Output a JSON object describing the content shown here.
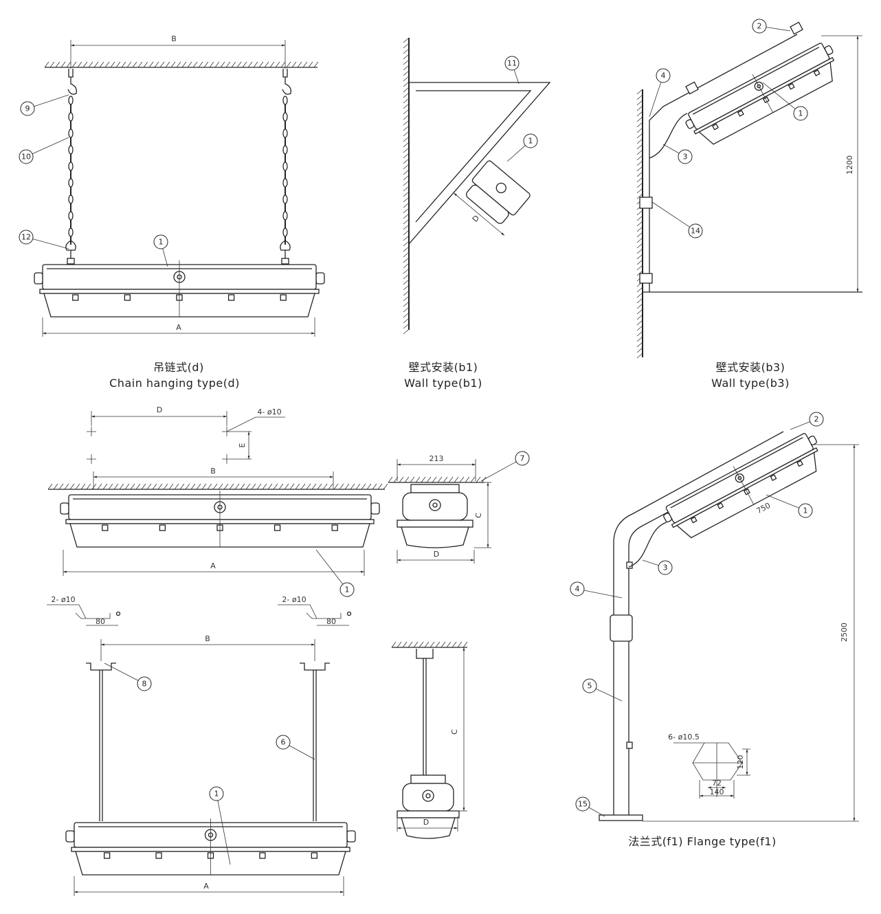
{
  "captions": {
    "chain_cn": "吊链式(d)",
    "chain_en": "Chain hanging type(d)",
    "wall_b1_cn": "壁式安装(b1)",
    "wall_b1_en": "Wall type(b1)",
    "wall_b3_cn": "壁式安装(b3)",
    "wall_b3_en": "Wall type(b3)",
    "flange": "法兰式(f1) Flange type(f1)"
  },
  "dimensions": {
    "A": "A",
    "B": "B",
    "C": "C",
    "D": "D",
    "E": "E",
    "h1200": "1200",
    "w213": "213",
    "h2500": "2500",
    "l750": "750",
    "s80": "80",
    "f120": "120",
    "f72": "72",
    "f140": "140"
  },
  "notes": {
    "holes4": "4- ø10",
    "holes2": "2- ø10",
    "holes6": "6- ø10.5"
  },
  "callouts": [
    "1",
    "2",
    "3",
    "4",
    "5",
    "6",
    "7",
    "8",
    "9",
    "10",
    "11",
    "12",
    "14",
    "15"
  ]
}
